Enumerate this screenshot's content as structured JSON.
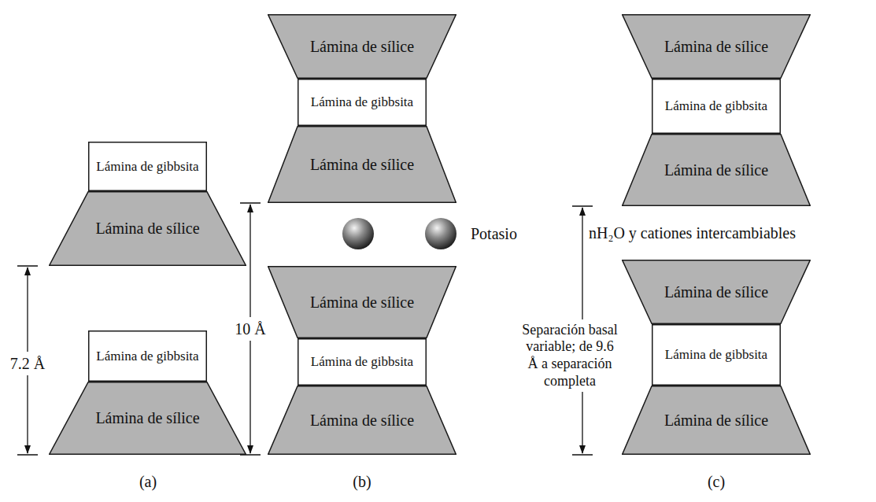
{
  "diagram": {
    "nodes": [
      {
        "text": [
          "Lámina de gibbsita"
        ]
      },
      {
        "text": [
          "Lámina de sílice"
        ]
      },
      {
        "text": [
          "Lámina de gibbsita"
        ]
      },
      {
        "text": [
          "Lámina de sílice"
        ]
      },
      {
        "text": [
          "Lámina de sílice"
        ]
      },
      {
        "text": [
          "Lámina de gibbsita"
        ]
      },
      {
        "text": [
          "Lámina de sílice"
        ]
      },
      {
        "text": [
          "Lámina de sílice"
        ]
      },
      {
        "text": [
          "Lámina de gibbsita"
        ]
      },
      {
        "text": [
          "Lámina de sílice"
        ]
      },
      {
        "text": [
          "Lámina de sílice"
        ]
      },
      {
        "text": [
          "Lámina de gibbsita"
        ]
      },
      {
        "text": [
          "Lámina de sílice"
        ]
      },
      {
        "text": [
          "Lámina de sílice"
        ]
      },
      {
        "text": [
          "Lámina de gibbsita"
        ]
      },
      {
        "text": [
          "Lámina de sílice"
        ]
      }
    ],
    "labels": [
      "7.2 Å",
      "10 Å",
      "Potasio",
      "nH₂O y cationes intercambiables",
      "Separación basal variable; de 9.6 Å a separación completa",
      "(a)",
      "(b)",
      "(c)"
    ]
  }
}
